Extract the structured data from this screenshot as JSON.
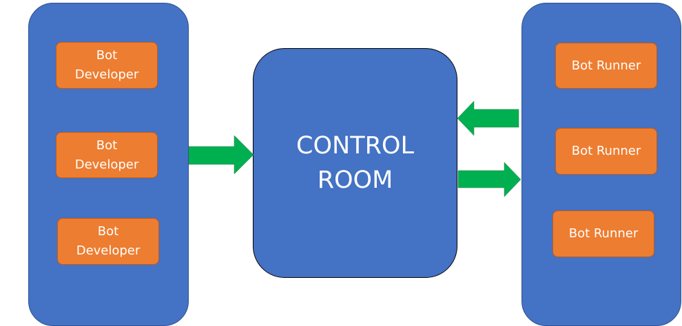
{
  "left_group": {
    "items": [
      {
        "label": "Bot Developer"
      },
      {
        "label": "Bot Developer"
      },
      {
        "label": "Bot Developer"
      }
    ]
  },
  "center": {
    "label": "CONTROL ROOM"
  },
  "right_group": {
    "items": [
      {
        "label": "Bot Runner"
      },
      {
        "label": "Bot Runner"
      },
      {
        "label": "Bot Runner"
      }
    ]
  },
  "colors": {
    "panel": "#4472C4",
    "box": "#ED7D31",
    "arrow": "#00B050"
  }
}
